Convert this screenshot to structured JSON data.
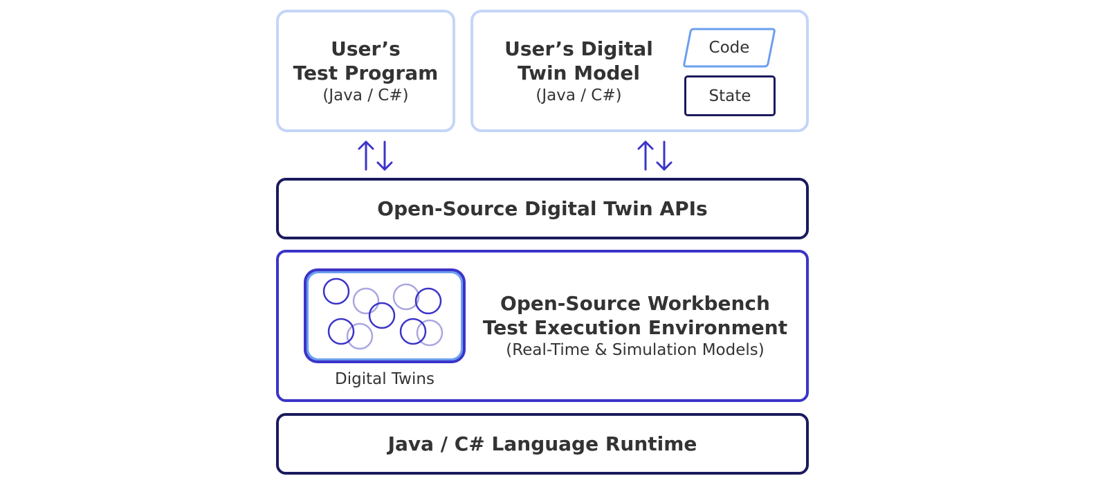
{
  "colors": {
    "light_border": "#c5d5f8",
    "navy": "#1b1a5c",
    "blue": "#3b34c8",
    "twin_frame_outer": "#3b34c8",
    "twin_frame_inner": "#6b9ef0",
    "arrow": "#3b34c8",
    "twin_faded": "#a9a6e0",
    "text": "#333333"
  },
  "test_program": {
    "title_line1": "User’s",
    "title_line2": "Test Program",
    "subtitle": "(Java / C#)"
  },
  "twin_model": {
    "title_line1": "User’s Digital",
    "title_line2": "Twin Model",
    "subtitle": "(Java / C#)",
    "code_label": "Code",
    "state_label": "State"
  },
  "arrows": {
    "left_icon": "up-down-arrows-icon",
    "right_icon": "up-down-arrows-icon"
  },
  "apis_layer": {
    "title": "Open-Source Digital Twin APIs"
  },
  "workbench_layer": {
    "title_line1": "Open-Source Workbench",
    "title_line2": "Test Execution Environment",
    "subtitle": "(Real-Time & Simulation Models)",
    "twins_label": "Digital Twins"
  },
  "runtime_layer": {
    "title": "Java / C# Language Runtime"
  }
}
